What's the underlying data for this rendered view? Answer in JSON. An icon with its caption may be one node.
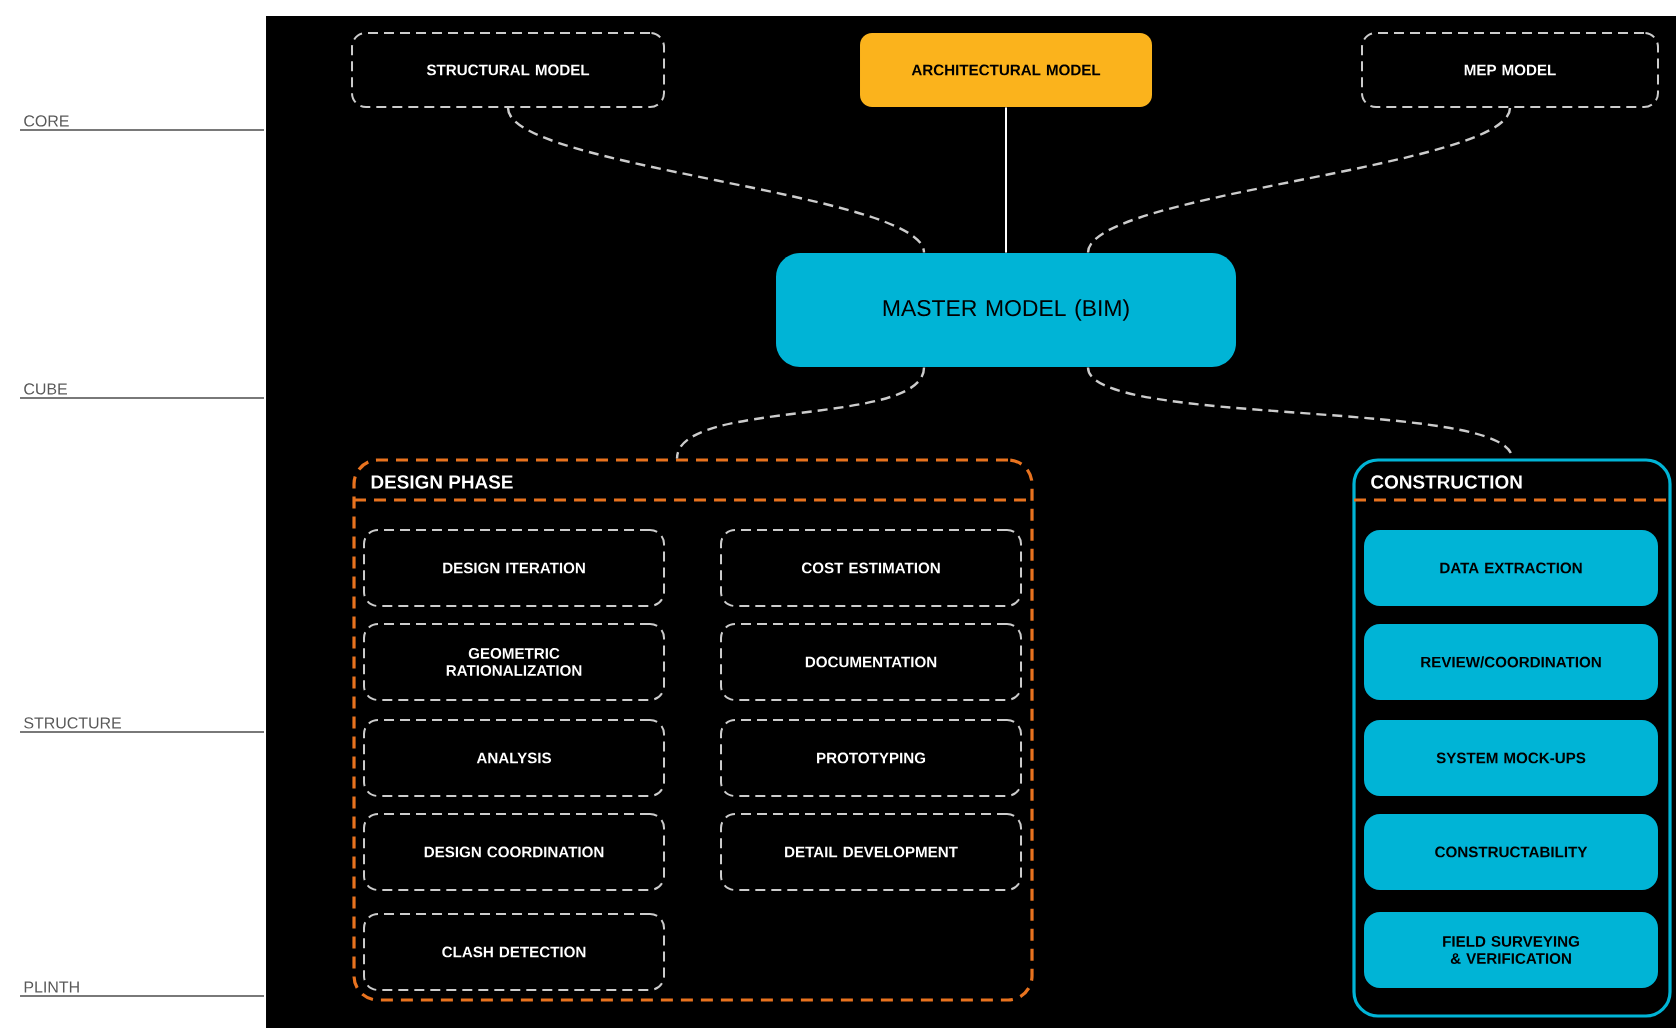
{
  "diagram": {
    "nodes": [
      {
        "text": [
          "STRUCTURAL MODEL"
        ]
      },
      {
        "text": [
          "ARCHITECTURAL MODEL"
        ]
      },
      {
        "text": [
          "MEP MODEL"
        ]
      },
      {
        "text": [
          "MASTER MODEL (BIM)"
        ]
      },
      {
        "text": [
          "DESIGN PHASE"
        ]
      },
      {
        "text": [
          "DESIGN ITERATION"
        ],
        "in": 4
      },
      {
        "text": [
          "COST ESTIMATION"
        ],
        "in": 4
      },
      {
        "text": [
          "GEOMETRIC RATIONALIZATION"
        ],
        "in": 4
      },
      {
        "text": [
          "DOCUMENTATION"
        ],
        "in": 4
      },
      {
        "text": [
          "ANALYSIS"
        ],
        "in": 4
      },
      {
        "text": [
          "PROTOTYPING"
        ],
        "in": 4
      },
      {
        "text": [
          "DESIGN COORDINATION"
        ],
        "in": 4
      },
      {
        "text": [
          "DETAIL DEVELOPMENT"
        ],
        "in": 4
      },
      {
        "text": [
          "CLASH DETECTION"
        ],
        "in": 4
      },
      {
        "text": [
          "CONSTRUCTION"
        ]
      },
      {
        "text": [
          "DATA EXTRACTION"
        ],
        "in": 14
      },
      {
        "text": [
          "REVIEW/COORDINATION"
        ],
        "in": 14
      },
      {
        "text": [
          "SYSTEM MOCK-UPS"
        ],
        "in": 14
      },
      {
        "text": [
          "CONSTRUCTABILITY"
        ],
        "in": 14
      },
      {
        "text": [
          "FIELD SURVEYING & VERIFICATION"
        ],
        "in": 14
      }
    ],
    "edges": [
      {
        "from": 0,
        "to": 3,
        "arrow": "none",
        "style": "dashed"
      },
      {
        "from": 1,
        "to": 3,
        "arrow": "none"
      },
      {
        "from": 2,
        "to": 3,
        "arrow": "none",
        "style": "dashed"
      },
      {
        "from": 3,
        "to": 4,
        "arrow": "none",
        "style": "dashed"
      },
      {
        "from": 3,
        "to": 14,
        "arrow": "none",
        "style": "dashed"
      }
    ],
    "labels": [
      "CORE",
      "CUBE",
      "STRUCTURE",
      "PLINTH"
    ]
  }
}
